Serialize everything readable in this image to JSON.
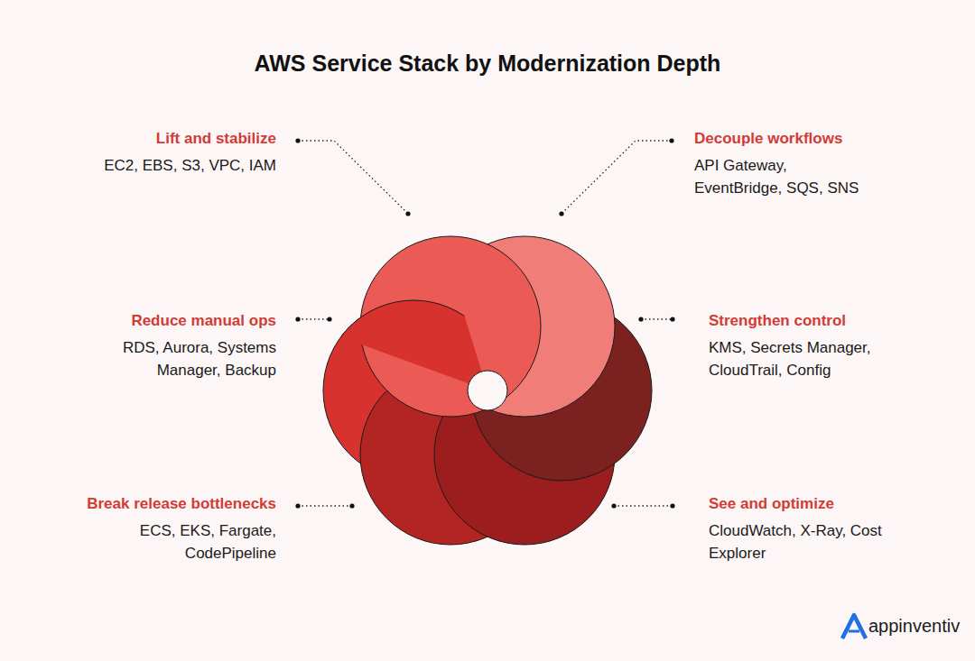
{
  "diagram": {
    "title": "AWS Service Stack by Modernization Depth",
    "labels": [
      "Lift and stabilize",
      "EC2, EBS, S3, VPC, IAM",
      "Decouple workflows",
      "API Gateway, EventBridge, SQS, SNS",
      "Reduce manual ops",
      "RDS, Aurora, Systems Manager, Backup",
      "Strengthen control",
      "KMS, Secrets Manager, CloudTrail, Config",
      "Break release bottlenecks",
      "ECS, EKS, Fargate, CodePipeline",
      "See and optimize",
      "CloudWatch, X-Ray, Cost Explorer",
      "appinventiv"
    ]
  }
}
